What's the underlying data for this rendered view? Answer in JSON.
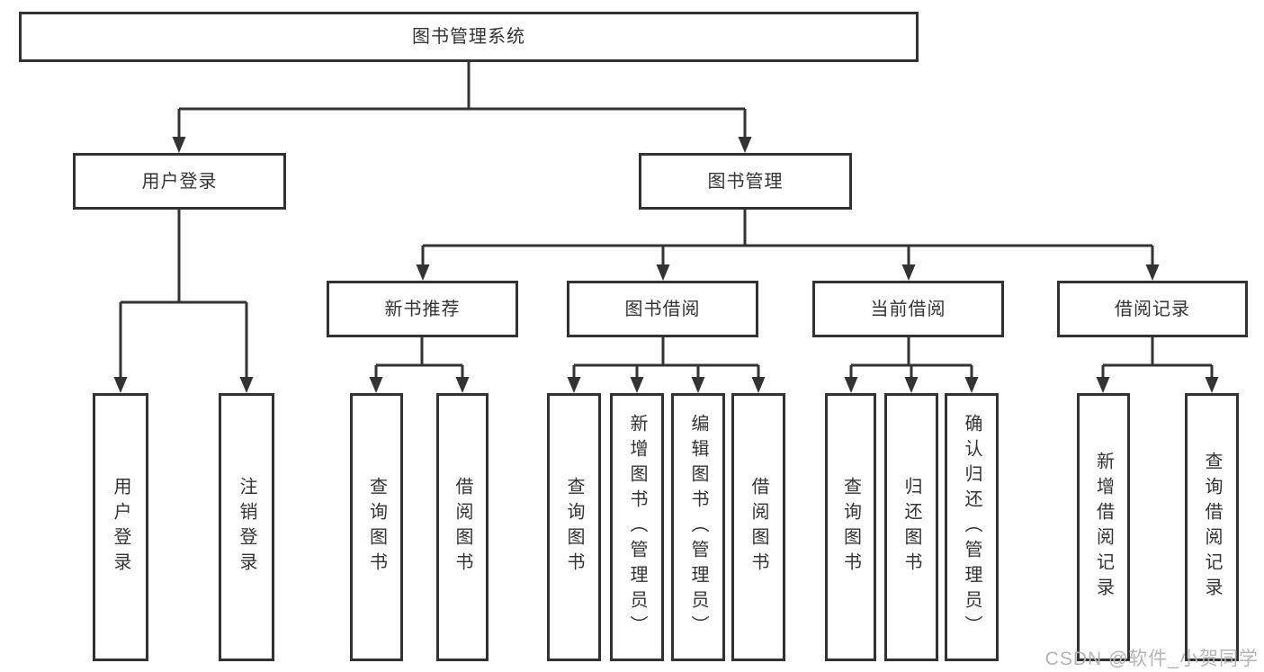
{
  "nodes": {
    "root": "图书管理系统",
    "l2_user_login": "用户登录",
    "l2_book_mgmt": "图书管理",
    "l3_new_book_rec": "新书推荐",
    "l3_book_borrow": "图书借阅",
    "l3_current_borrow": "当前借阅",
    "l3_borrow_records": "借阅记录",
    "leaf_user_login": "用户登录",
    "leaf_logout": "注销登录",
    "leaf_rec_query_books": "查询图书",
    "leaf_rec_borrow_books": "借阅图书",
    "leaf_bor_query_books": "查询图书",
    "leaf_bor_add_books_admin": "新增图书（管理员）",
    "leaf_bor_edit_books_admin": "编辑图书（管理员）",
    "leaf_bor_borrow_books": "借阅图书",
    "leaf_cur_query_books": "查询图书",
    "leaf_cur_return_books": "归还图书",
    "leaf_cur_confirm_return_admin": "确认归还（管理员）",
    "leaf_rcd_add_record": "新增借阅记录",
    "leaf_rcd_query_record": "查询借阅记录"
  },
  "hierarchy": {
    "图书管理系统": {
      "用户登录": [
        "用户登录",
        "注销登录"
      ],
      "图书管理": {
        "新书推荐": [
          "查询图书",
          "借阅图书"
        ],
        "图书借阅": [
          "查询图书",
          "新增图书（管理员）",
          "编辑图书（管理员）",
          "借阅图书"
        ],
        "当前借阅": [
          "查询图书",
          "归还图书",
          "确认归还（管理员）"
        ],
        "借阅记录": [
          "新增借阅记录",
          "查询借阅记录"
        ]
      }
    }
  },
  "watermark": {
    "text": "CSDN @软件_小贺同学"
  },
  "colors": {
    "line": "#333333",
    "box_border": "#323232",
    "text": "#333333",
    "watermark": "#b4b4b4",
    "background": "#ffffff"
  }
}
